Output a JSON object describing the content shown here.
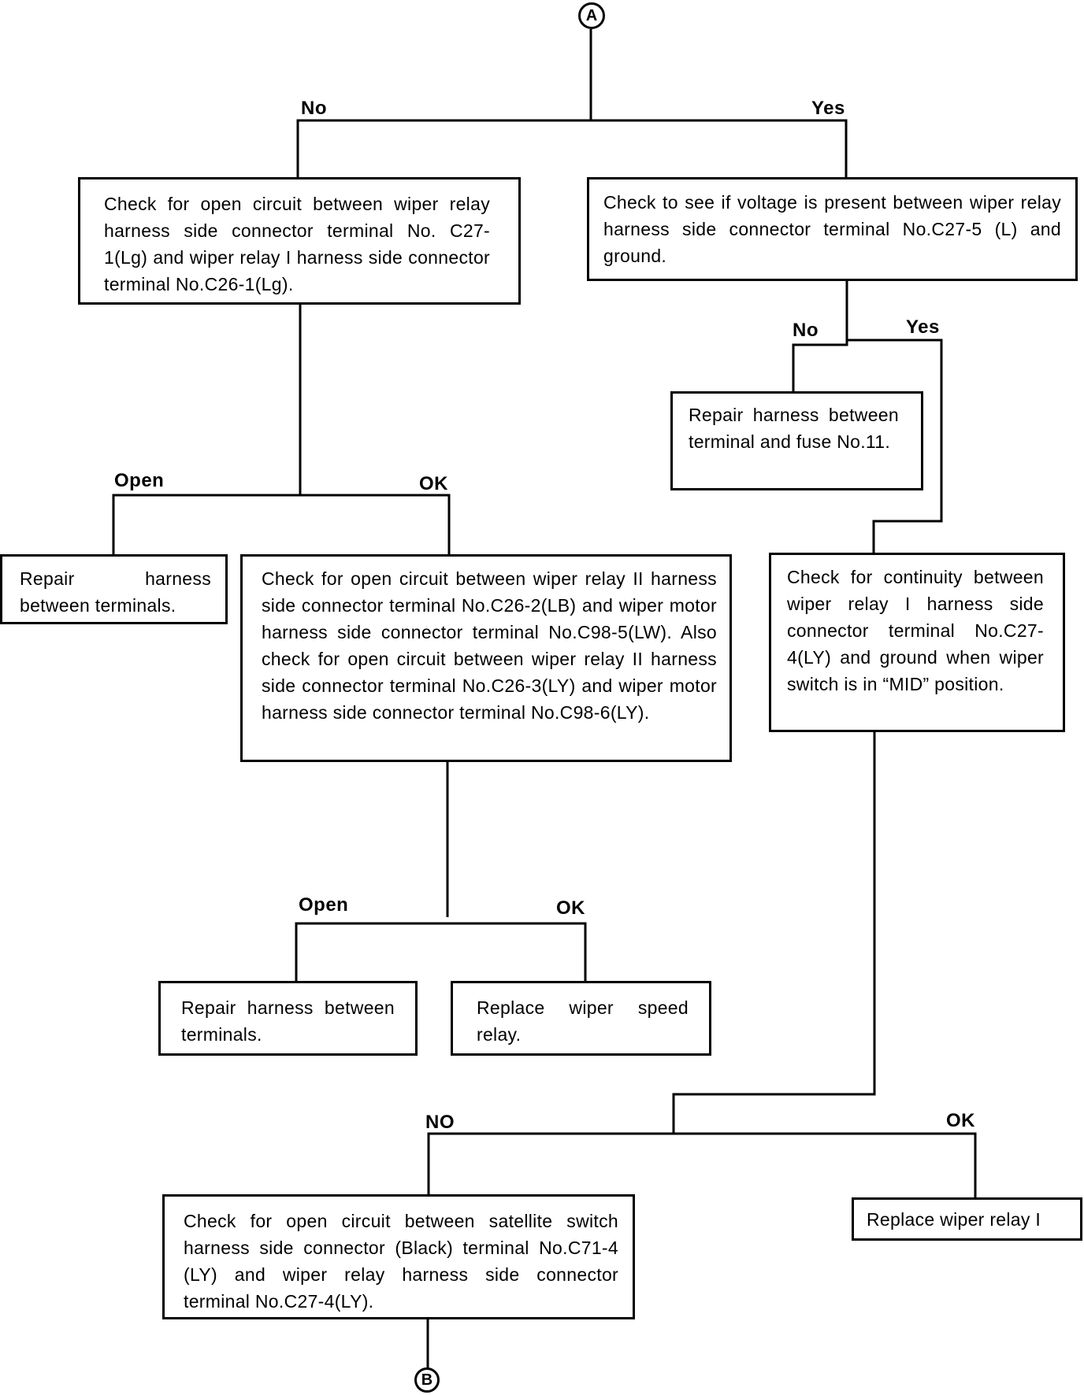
{
  "connectors": {
    "top": "A",
    "bottom": "B"
  },
  "labels": {
    "no_1": "No",
    "yes_1": "Yes",
    "no_2": "No",
    "yes_2": "Yes",
    "open_1": "Open",
    "ok_1": "OK",
    "open_2": "Open",
    "ok_2": "OK",
    "no_3": "NO",
    "ok_3": "OK"
  },
  "boxes": {
    "check_open_c27_c26": "Check for open circuit between wiper relay harness side connector terminal No. C27-1(Lg) and wiper relay I harness side connector terminal No.C26-1(Lg).",
    "check_voltage_c27_5": "Check to see if voltage is present between wiper relay harness side connector terminal No.C27-5 (L) and ground.",
    "repair_fuse_11": "Repair harness between terminal and fuse No.11.",
    "repair_between_terminals_1": "Repair harness between terminals.",
    "check_open_c26_c98": "Check for open circuit between wiper relay II harness side connector terminal No.C26-2(LB) and wiper motor harness side connector terminal No.C98-5(LW). Also check for open circuit between wiper relay II harness side connector terminal No.C26-3(LY) and wiper motor harness side connector terminal No.C98-6(LY).",
    "check_continuity_c27_4": "Check for continuity between wiper relay I harness side connector terminal No.C27-4(LY) and ground when wiper switch is in “MID” position.",
    "repair_between_terminals_2": "Repair harness between terminals.",
    "replace_speed_relay": "Replace wiper speed relay.",
    "check_open_c71_c27": "Check for open circuit between satellite switch harness side connector (Black) terminal No.C71-4 (LY) and wiper relay harness side connector terminal No.C27-4(LY).",
    "replace_relay_1": "Replace wiper relay I"
  }
}
